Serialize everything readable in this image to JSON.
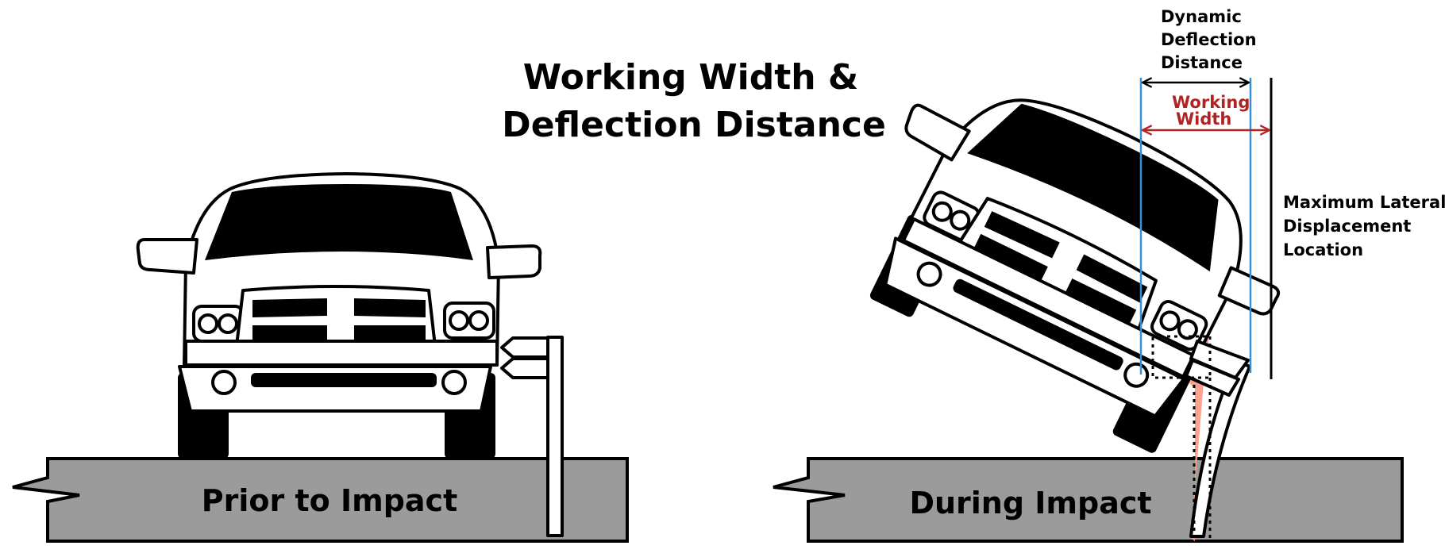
{
  "title": {
    "line1": "Working Width &",
    "line2": "Deflection Distance"
  },
  "panels": {
    "before": {
      "label": "Prior to Impact"
    },
    "during": {
      "label": "During Impact"
    }
  },
  "dimensions": {
    "dynamic_deflection": {
      "line1": "Dynamic",
      "line2": "Deflection",
      "line3": "Distance"
    },
    "working_width": {
      "line1": "Working",
      "line2": "Width"
    },
    "max_lateral": {
      "line1": "Maximum Lateral",
      "line2": "Displacement",
      "line3": "Location"
    }
  },
  "colors": {
    "ground": "#9b9b9b",
    "outline": "#000000",
    "working_width": "#b22222",
    "guide_line": "#3a8fd0",
    "deflection_fill": "#f79a84"
  }
}
